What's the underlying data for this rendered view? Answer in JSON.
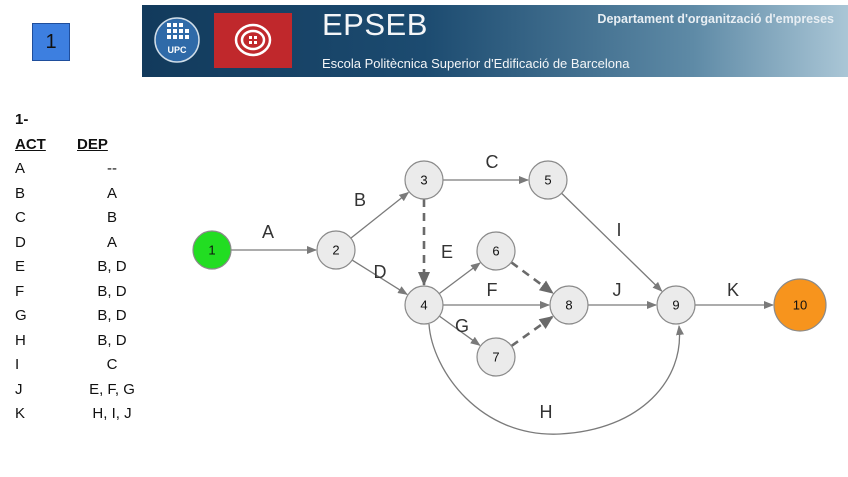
{
  "slide_number": "1",
  "header": {
    "acronym": "EPSEB",
    "school_name": "Escola Politècnica Superior d'Edificació de Barcelona",
    "department": "Departament d'organització d'empreses",
    "upc_logo_text": "UPC"
  },
  "table": {
    "title": "1-",
    "col_activity": "ACT",
    "col_dependency": "DEP",
    "rows": [
      {
        "act": "A",
        "dep": "--"
      },
      {
        "act": "B",
        "dep": "A"
      },
      {
        "act": "C",
        "dep": "B"
      },
      {
        "act": "D",
        "dep": "A"
      },
      {
        "act": "E",
        "dep": "B, D"
      },
      {
        "act": "F",
        "dep": "B, D"
      },
      {
        "act": "G",
        "dep": "B, D"
      },
      {
        "act": "H",
        "dep": "B, D"
      },
      {
        "act": "I",
        "dep": "C"
      },
      {
        "act": "J",
        "dep": "E, F, G"
      },
      {
        "act": "K",
        "dep": "H, I, J"
      }
    ]
  },
  "network": {
    "nodes": [
      {
        "id": "1",
        "label": "1",
        "role": "start",
        "color": "#22dd22"
      },
      {
        "id": "2",
        "label": "2",
        "color": "#ebebeb"
      },
      {
        "id": "3",
        "label": "3",
        "color": "#ebebeb"
      },
      {
        "id": "4",
        "label": "4",
        "color": "#ebebeb"
      },
      {
        "id": "5",
        "label": "5",
        "color": "#ebebeb"
      },
      {
        "id": "6",
        "label": "6",
        "color": "#ebebeb"
      },
      {
        "id": "7",
        "label": "7",
        "color": "#ebebeb"
      },
      {
        "id": "8",
        "label": "8",
        "color": "#ebebeb"
      },
      {
        "id": "9",
        "label": "9",
        "color": "#ebebeb"
      },
      {
        "id": "10",
        "label": "10",
        "role": "end",
        "color": "#f7941d"
      }
    ],
    "activities": [
      {
        "label": "A",
        "from": "1",
        "to": "2"
      },
      {
        "label": "B",
        "from": "2",
        "to": "3"
      },
      {
        "label": "C",
        "from": "3",
        "to": "5"
      },
      {
        "label": "D",
        "from": "2",
        "to": "4"
      },
      {
        "label": "E",
        "from": "4",
        "to": "6"
      },
      {
        "label": "F",
        "from": "4",
        "to": "8"
      },
      {
        "label": "G",
        "from": "4",
        "to": "7"
      },
      {
        "label": "H",
        "from": "4",
        "to": "9"
      },
      {
        "label": "I",
        "from": "5",
        "to": "9"
      },
      {
        "label": "J",
        "from": "8",
        "to": "9"
      },
      {
        "label": "K",
        "from": "9",
        "to": "10"
      }
    ],
    "dummies": [
      {
        "from": "3",
        "to": "4"
      },
      {
        "from": "6",
        "to": "8"
      },
      {
        "from": "7",
        "to": "8"
      }
    ]
  }
}
